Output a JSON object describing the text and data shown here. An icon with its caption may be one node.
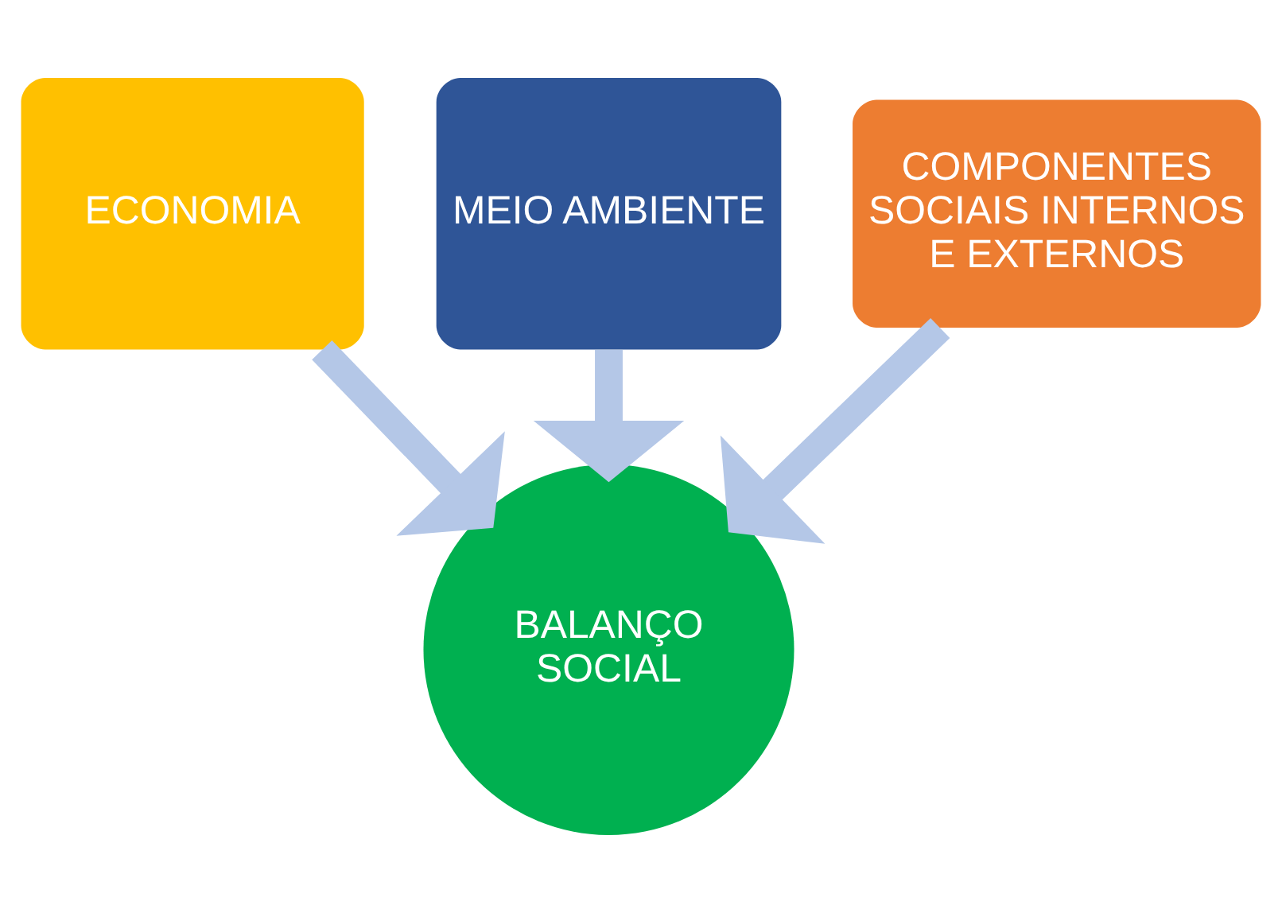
{
  "diagram": {
    "nodes": [
      {
        "text": [
          "ECONOMIA"
        ]
      },
      {
        "text": [
          "MEIO AMBIENTE"
        ]
      },
      {
        "text": [
          "COMPONENTES SOCIAIS INTERNOS E EXTERNOS"
        ]
      },
      {
        "text": [
          "BALANÇO SOCIAL"
        ]
      }
    ],
    "edges": [
      {
        "from": 0,
        "to": 3,
        "arrow": "to"
      },
      {
        "from": 1,
        "to": 3,
        "arrow": "to"
      },
      {
        "from": 2,
        "to": 3,
        "arrow": "to"
      }
    ]
  }
}
